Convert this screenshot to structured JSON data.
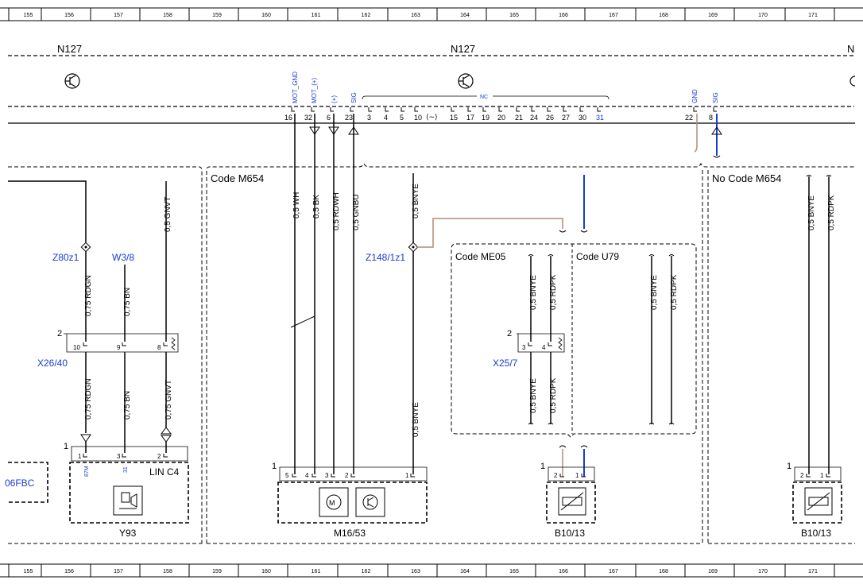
{
  "ruler": [
    "155",
    "156",
    "157",
    "158",
    "159",
    "160",
    "161",
    "162",
    "163",
    "164",
    "165",
    "166",
    "167",
    "168",
    "169",
    "170",
    "171"
  ],
  "module": {
    "left_label": "N127",
    "center_label": "N127",
    "right_label": "N"
  },
  "pin_signals": {
    "mot_gnd": "MOT_GND",
    "mot_pos": "MOT_(+)",
    "plus": "(+)",
    "sig": "SIG",
    "nc": "NC",
    "gnd": "GND",
    "sig2": "SIG"
  },
  "pins": [
    "16",
    "32",
    "6",
    "23",
    "3",
    "4",
    "5",
    "10",
    "15",
    "17",
    "19",
    "20",
    "21",
    "24",
    "26",
    "27",
    "30",
    "31",
    "22",
    "8"
  ],
  "sections": {
    "code_m654": "Code M654",
    "no_code_m654": "No Code M654",
    "code_me05": "Code ME05",
    "code_u79": "Code U79"
  },
  "wires": {
    "w_gnvt": "0,5 GNVT",
    "w_rdgn": "0,75 RDGN",
    "w_bn": "0,75 BN",
    "w_rdgn2": "0,75 RDGN",
    "w_bn2": "0,75 BN",
    "w_gnvt2": "0,75 GNVT",
    "w_wh": "0,5 WH",
    "w_bk": "0,5 BK",
    "w_rdwh": "0,5 RDWH",
    "w_gnbu": "0,5 GNBU",
    "w_bnye_top": "0,5 BNYE",
    "w_bnye_bot": "0,5 BNYE",
    "w_me_bnye": "0,5 BNYE",
    "w_me_rdpk": "0,5 RDPK",
    "w_me_bnye2": "0,5 BNYE",
    "w_me_rdpk2": "0,5 RDPK",
    "w_u79_bnye": "0,5 BNYE",
    "w_u79_rdpk": "0,5 RDPK",
    "w_nc_bnye": "0,5 BNYE",
    "w_nc_rdpk": "0,5 RDPK"
  },
  "components": {
    "z80z1": "Z80z1",
    "w3_8": "W3/8",
    "x26_40": "X26/40",
    "z148": "Z148/1z1",
    "x25_7": "X25/7",
    "y93": "Y93",
    "lin_c4": "LIN C4",
    "m16_53": "M16/53",
    "b10_13a": "B10/13",
    "b10_13b": "B10/13",
    "fbc": "06FBC"
  },
  "conn_pins": {
    "x26_head": "2",
    "x26_p10": "10",
    "x26_p9": "9",
    "x26_p8": "8",
    "x25_head": "2",
    "x25_p3": "3",
    "x25_p4": "4",
    "y93_head": "1",
    "y93_p1": "1",
    "y93_p3": "3",
    "y93_p2": "2",
    "y93_87m": "87M",
    "y93_31": "31",
    "m16_head": "1",
    "m16_p5": "5",
    "m16_p4": "4",
    "m16_p3": "3",
    "m16_p2": "2",
    "m16_p1": "1",
    "b10a_head": "1",
    "b10a_p2": "2",
    "b10a_p1": "1",
    "b10b_head": "1",
    "b10b_p2": "2",
    "b10b_p1": "1"
  },
  "colors": {
    "brown_wire": "#b08c7a",
    "blue_wire": "#1a3ccf",
    "label_blue": "#1a3ccf"
  }
}
